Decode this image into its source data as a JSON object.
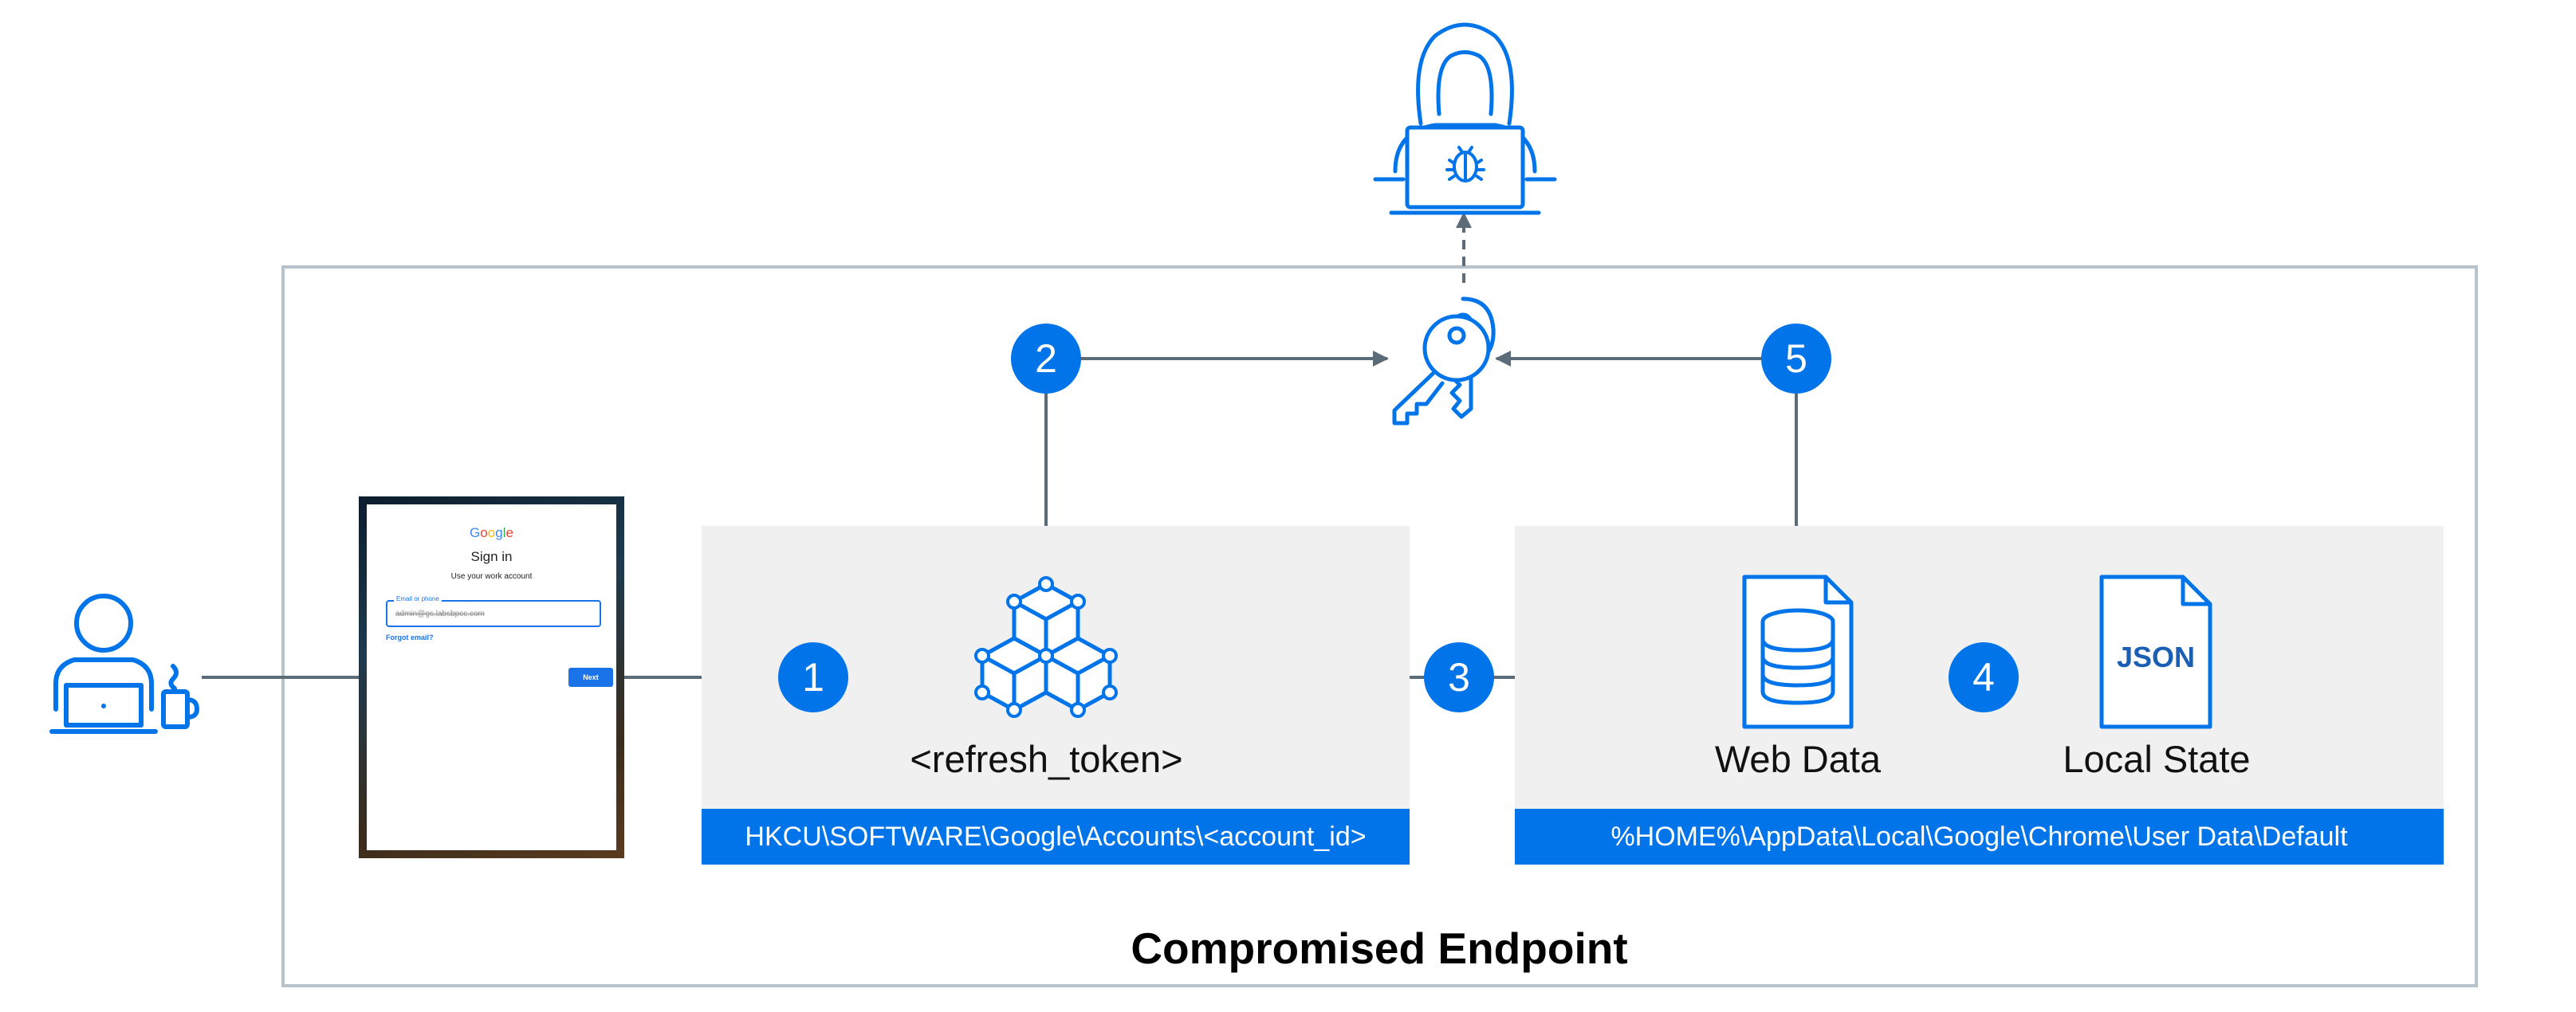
{
  "endpoint_label": "Compromised Endpoint",
  "token_node": {
    "label": "<refresh_token>",
    "path": "HKCU\\SOFTWARE\\Google\\Accounts\\<account_id>"
  },
  "web_data_node": {
    "label": "Web Data"
  },
  "local_state_node": {
    "label": "Local State",
    "file_tag": "JSON"
  },
  "chrome_path": "%HOME%\\AppData\\Local\\Google\\Chrome\\User Data\\Default",
  "signin": {
    "logo": "Google",
    "title": "Sign in",
    "subtitle": "Use your work account",
    "field_label": "Email or phone",
    "field_value": "admin@gs.labsbpcc.com",
    "forgot_link": "Forgot email?",
    "next_button": "Next"
  },
  "steps": [
    "1",
    "2",
    "3",
    "4",
    "5"
  ],
  "icons": {
    "user": "user-at-laptop-icon",
    "attacker": "hooded-attacker-icon",
    "keys": "keys-icon",
    "token": "token-cubes-icon",
    "database": "database-file-icon",
    "json": "json-file-icon"
  },
  "colors": {
    "accent": "#0074e8",
    "line": "#5b6b78",
    "panel": "#f0f0f0",
    "frame": "#b7c3cc"
  }
}
